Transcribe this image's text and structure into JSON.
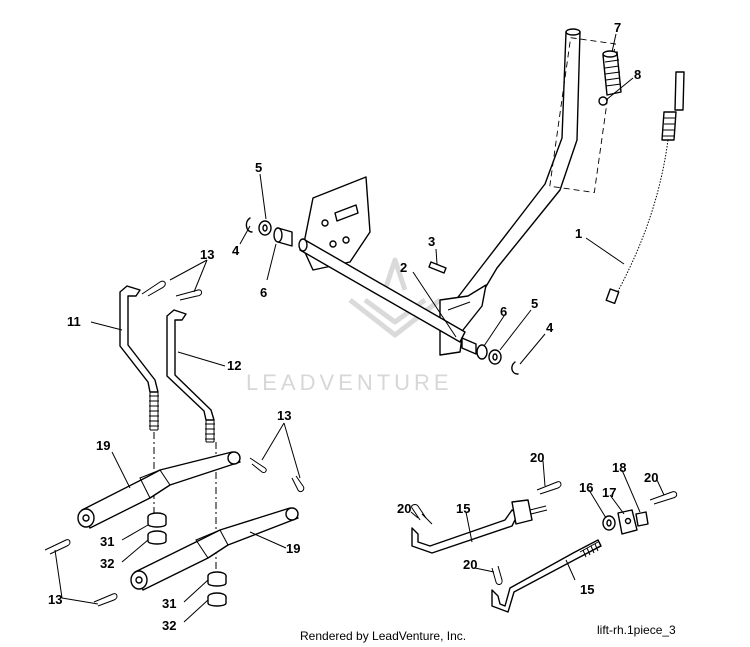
{
  "diagram": {
    "watermark": "LEADVENTURE",
    "footer_left": "Rendered by LeadVenture, Inc.",
    "footer_right": "lift-rh.1piece_3",
    "callouts": {
      "c1": "1",
      "c2": "2",
      "c3": "3",
      "c4a": "4",
      "c4b": "4",
      "c5a": "5",
      "c5b": "5",
      "c6a": "6",
      "c6b": "6",
      "c7": "7",
      "c8": "8",
      "c11": "11",
      "c12": "12",
      "c13a": "13",
      "c13b": "13",
      "c13c": "13",
      "c15a": "15",
      "c15b": "15",
      "c16": "16",
      "c17": "17",
      "c18": "18",
      "c19a": "19",
      "c19b": "19",
      "c20a": "20",
      "c20b": "20",
      "c20c": "20",
      "c20d": "20",
      "c31a": "31",
      "c31b": "31",
      "c32a": "32",
      "c32b": "32"
    }
  }
}
